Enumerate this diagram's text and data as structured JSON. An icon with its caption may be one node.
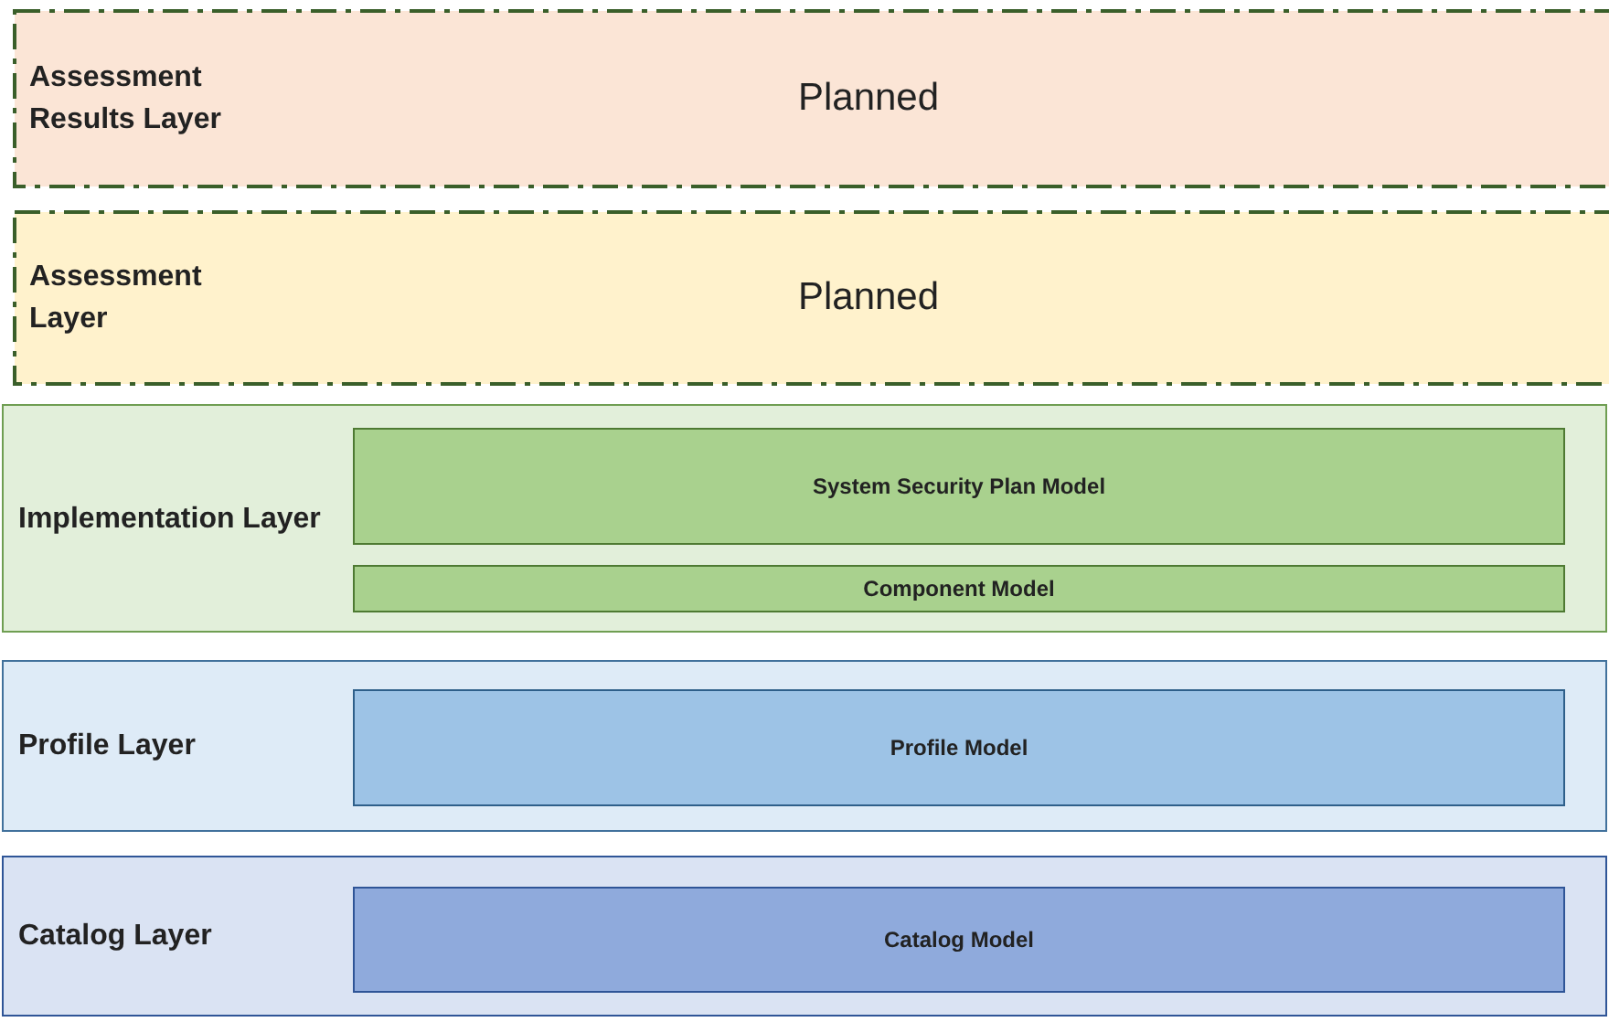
{
  "diagram": {
    "nodes": [
      {
        "text": [
          "Assessment Results Layer",
          "Planned"
        ]
      },
      {
        "text": [
          "Assessment Layer",
          "Planned"
        ]
      },
      {
        "text": [
          "Implementation Layer"
        ]
      },
      {
        "text": [
          "System Security Plan Model"
        ],
        "in": 2
      },
      {
        "text": [
          "Component Model"
        ],
        "in": 2
      },
      {
        "text": [
          "Profile Layer"
        ]
      },
      {
        "text": [
          "Profile Model"
        ],
        "in": 5
      },
      {
        "text": [
          "Catalog Layer"
        ]
      },
      {
        "text": [
          "Catalog Model"
        ],
        "in": 7
      }
    ],
    "edges": []
  }
}
